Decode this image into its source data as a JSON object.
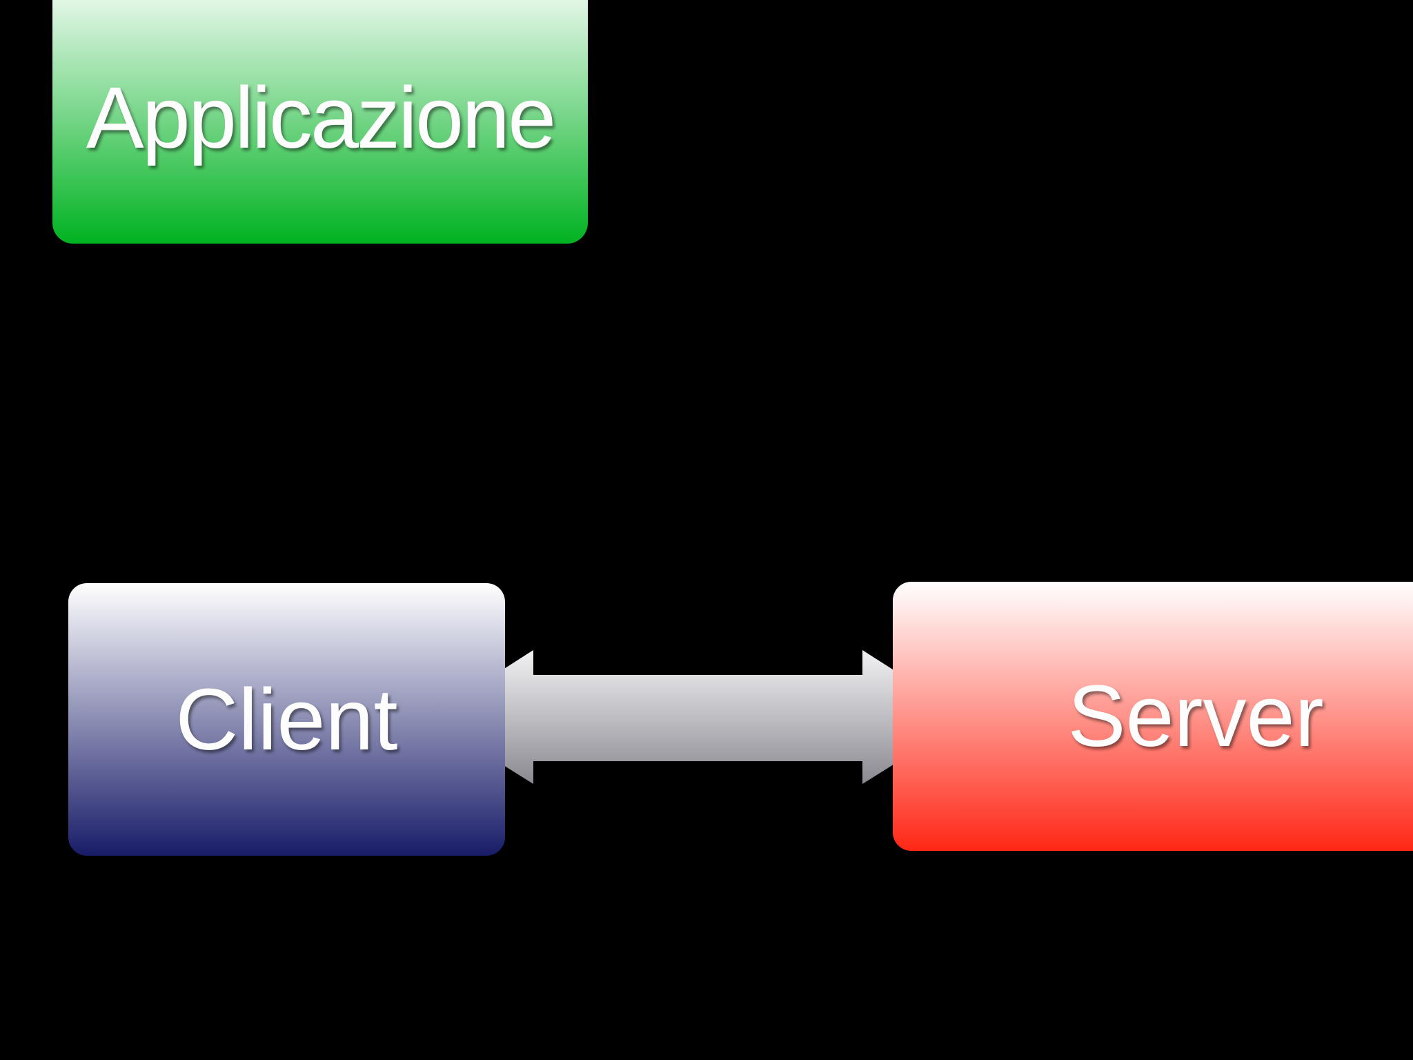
{
  "diagram": {
    "nodes": {
      "application": {
        "label": "Applicazione"
      },
      "client": {
        "label": "Client"
      },
      "server": {
        "label": "Server"
      }
    },
    "connector": {
      "type": "double-headed-arrow",
      "between": [
        "Client",
        "Server"
      ]
    }
  },
  "colors": {
    "background": "#000000",
    "text": "#fdfdfd",
    "app_top": "#ffffff",
    "app_bottom": "#00b221",
    "client_top": "#ffffff",
    "client_bottom": "#181c68",
    "server_top": "#ffffff",
    "server_bottom": "#ff2716",
    "arrow_top": "#f2f2f4",
    "arrow_bottom": "#8a8991"
  }
}
